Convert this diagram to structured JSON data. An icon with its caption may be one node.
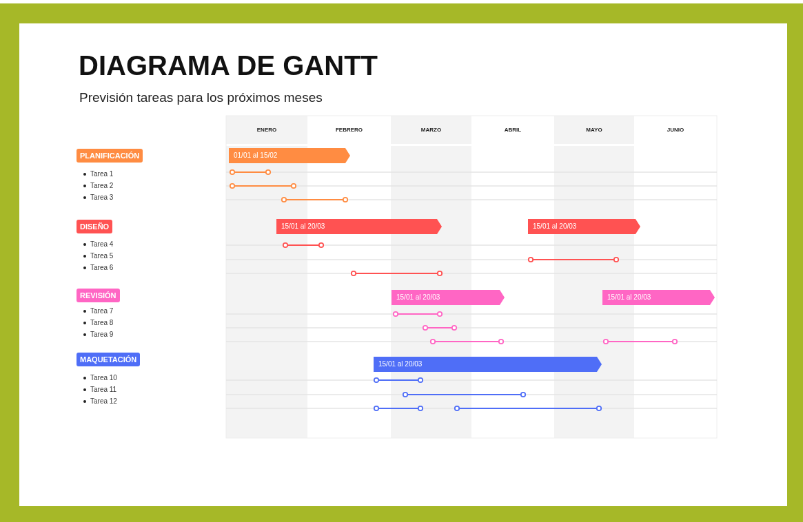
{
  "diagram": {
    "title": "DIAGRAMA DE GANTT",
    "nodes": [
      {
        "text": [
          "PLANIFICACIÓN"
        ]
      },
      {
        "text": [
          "01/01 al 15/02"
        ]
      },
      {
        "text": [
          "DISEÑO"
        ]
      },
      {
        "text": [
          "15/01 al 20/03"
        ]
      },
      {
        "text": [
          "15/01 al 20/03"
        ]
      },
      {
        "text": [
          "REVISIÓN"
        ]
      },
      {
        "text": [
          "15/01 al 20/03"
        ]
      },
      {
        "text": [
          "15/01 al 20/03"
        ]
      },
      {
        "text": [
          "MAQUETACIÓN"
        ]
      },
      {
        "text": [
          "15/01 al 20/03"
        ]
      }
    ],
    "labels": [
      "Previsión tareas para los próximos meses",
      "ENERO",
      "FEBRERO",
      "MARZO",
      "ABRIL",
      "MAYO",
      "JUNIO",
      "Tarea 1",
      "Tarea 2",
      "Tarea 3",
      "Tarea 4",
      "Tarea 5",
      "Tarea 6",
      "Tarea 7",
      "Tarea 8",
      "Tarea 9",
      "Tarea 10",
      "Tarea 11",
      "Tarea 12"
    ]
  }
}
